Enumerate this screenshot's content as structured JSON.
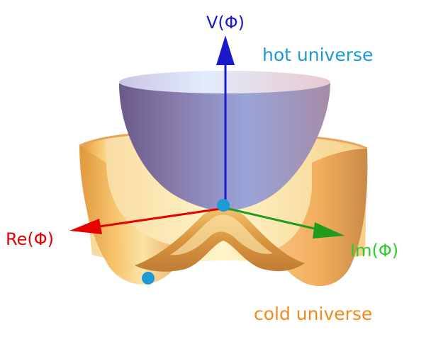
{
  "labels": {
    "v_axis": "V(Φ)",
    "re_axis": "Re(Φ)",
    "im_axis": "Im(Φ)",
    "hot": "hot universe",
    "cold": "cold universe"
  },
  "colors": {
    "v_axis": "#1a1acc",
    "re_axis": "#e60000",
    "im_axis": "#1f9b1f",
    "hot_text": "#1e9ad6",
    "cold_text": "#f08a1c",
    "im_text": "#2ecc2e",
    "dot": "#1e9ad6"
  }
}
